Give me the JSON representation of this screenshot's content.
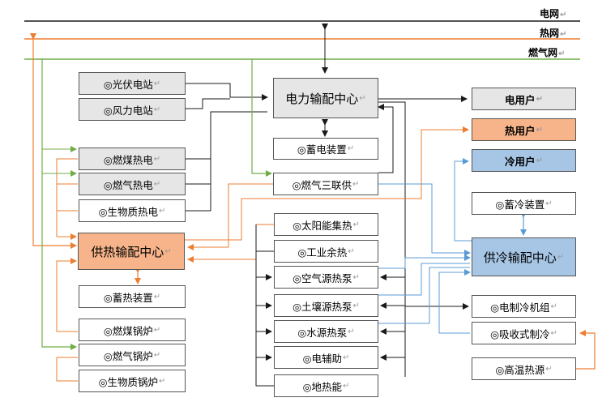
{
  "grids": {
    "power": "电网",
    "heat": "热网",
    "gas": "燃气网"
  },
  "sources": {
    "pv": "◎光伏电站",
    "wind": "◎风力电站",
    "coal_chp": "◎燃煤热电",
    "gas_chp": "◎燃气热电",
    "bio_chp": "◎生物质热电",
    "trigen": "◎燃气三联供",
    "solar": "◎太阳能集热",
    "waste_heat": "◎工业余热",
    "air_hp": "◎空气源热泵",
    "ground_hp": "◎土壤源热泵",
    "water_hp": "◎水源热泵",
    "elec_aux": "◎电辅助",
    "geothermal": "◎地热能",
    "coal_boiler": "◎燃煤锅炉",
    "gas_boiler": "◎燃气锅炉",
    "bio_boiler": "◎生物质锅炉",
    "elec_chiller": "◎电制冷机组",
    "absorption": "◎吸收式制冷",
    "high_temp": "◎高温热源"
  },
  "storage": {
    "power": "◎蓄电装置",
    "heat": "◎蓄热装置",
    "cold": "◎蓄冷装置"
  },
  "centers": {
    "power": "电力输配中心",
    "heat": "供热输配中心",
    "cold": "供冷输配中心"
  },
  "users": {
    "power": "电用户",
    "heat": "热用户",
    "cold": "冷用户"
  },
  "return_mark": "↵",
  "colors": {
    "power_line": "#1a1a1a",
    "heat_line": "#ed7d31",
    "gas_line": "#70ad47",
    "cold_line": "#5b9bd5",
    "heat_fill": "#f7b48a",
    "cold_fill": "#a7c6e6",
    "gray_fill": "#e6e6e6"
  }
}
